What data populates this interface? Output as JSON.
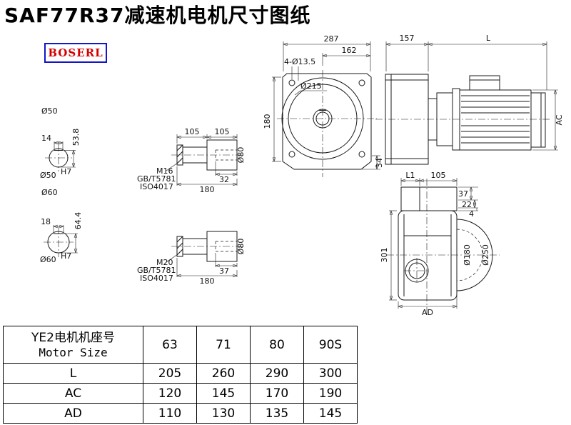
{
  "page": {
    "title": "SAF77R37减速机电机尺寸图纸",
    "brand": "BOSERL"
  },
  "shaft50": {
    "dia": "Ø50",
    "key_width": "14",
    "key_height": "53.8",
    "fit": "Ø50",
    "fit_sup": "H7"
  },
  "shaft60": {
    "dia": "Ø60",
    "key_width": "18",
    "key_height": "64.4",
    "fit": "Ø60",
    "fit_sup": "H7"
  },
  "hub_top": {
    "seg1": "105",
    "seg2": "105",
    "thread_len": "32",
    "total_len": "180",
    "dia": "Ø80",
    "thread": "M16",
    "std1": "GB/T5781",
    "std2": "ISO4017"
  },
  "hub_bottom": {
    "thread_len": "37",
    "total_len": "180",
    "dia": "Ø80",
    "thread": "M20",
    "std1": "GB/T5781",
    "std2": "ISO4017"
  },
  "front_view": {
    "dim_width": "287",
    "dim_width_partial": "162",
    "bolt_callout": "4-Ø13.5",
    "flange_dia": "Ø215",
    "dim_height": "180",
    "dim_foot": "34"
  },
  "side_view": {
    "dim_gearbox": "157",
    "dim_motor": "L",
    "dim_motor_dia": "AC"
  },
  "output_view": {
    "dim_l1": "L1",
    "dim_105": "105",
    "dim_37": "37",
    "dim_22": "22",
    "dim_4": "4",
    "dim_length": "301",
    "bolt_circle": "Ø180",
    "flange_od": "Ø250",
    "dim_width": "AD"
  },
  "table": {
    "header": {
      "label_cn": "YE2电机机座号",
      "label_en": "Motor Size",
      "values": [
        "63",
        "71",
        "80",
        "90S"
      ]
    },
    "rows": [
      {
        "label": "L",
        "values": [
          "205",
          "260",
          "290",
          "300"
        ]
      },
      {
        "label": "AC",
        "values": [
          "120",
          "145",
          "170",
          "190"
        ]
      },
      {
        "label": "AD",
        "values": [
          "110",
          "130",
          "135",
          "145"
        ]
      }
    ]
  }
}
